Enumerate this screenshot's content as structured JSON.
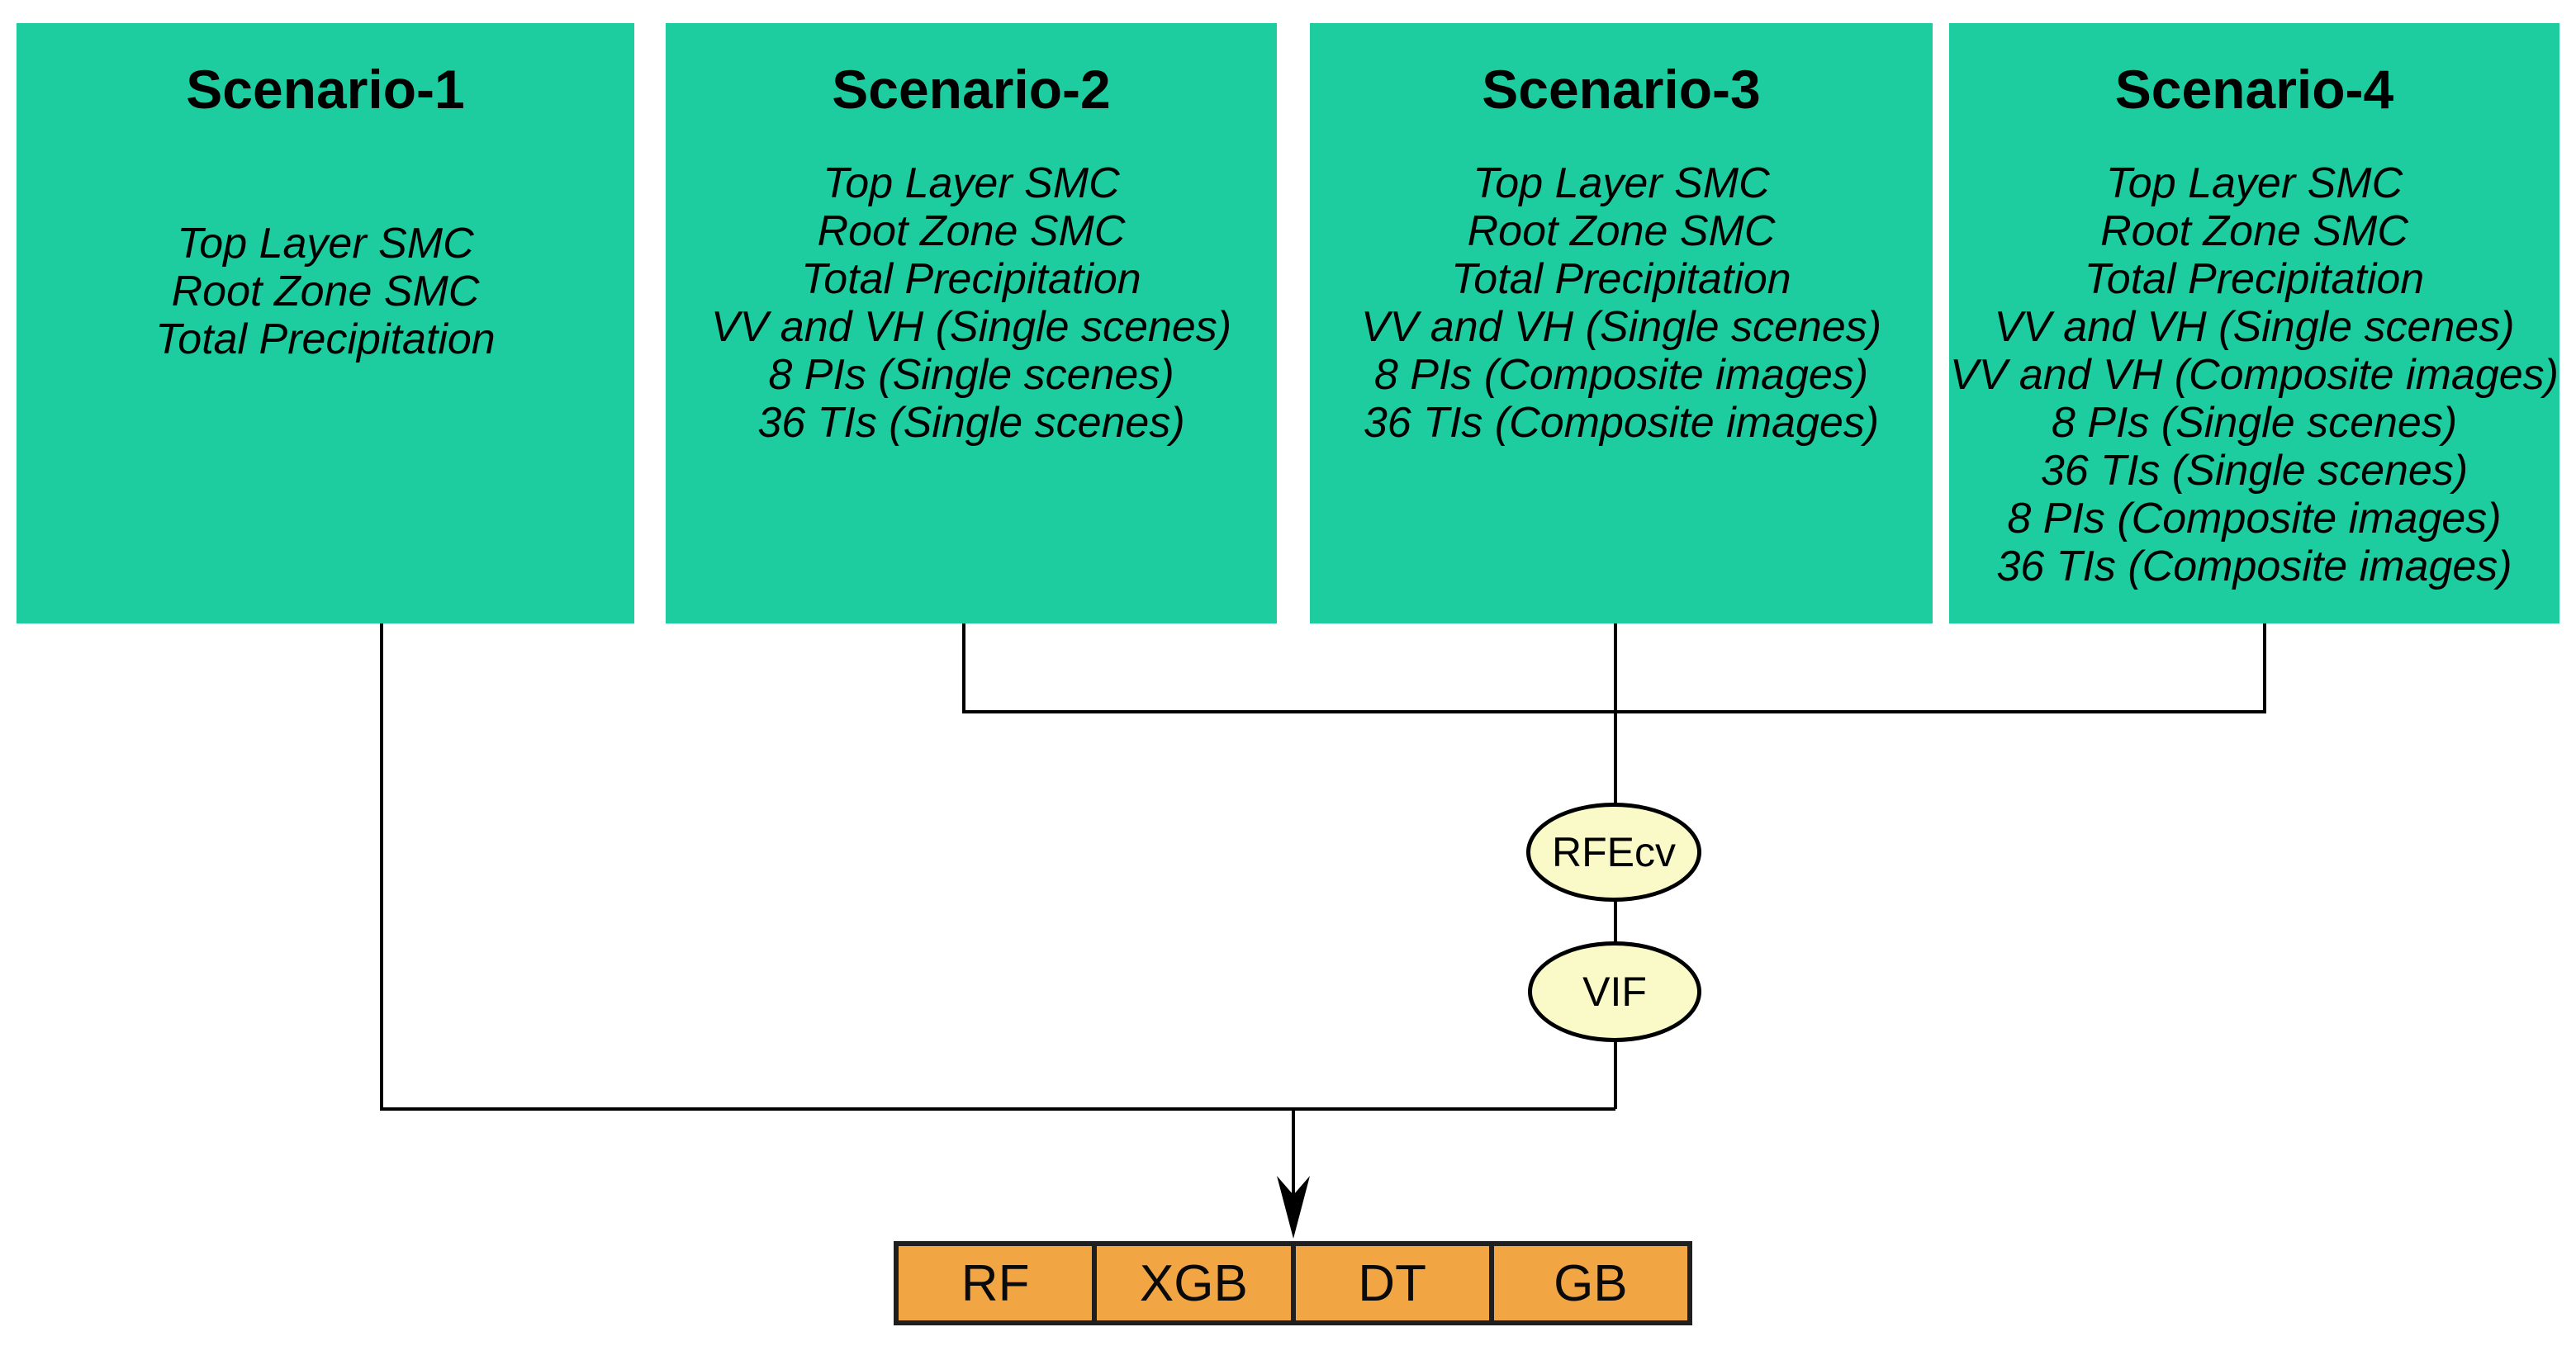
{
  "diagram": {
    "scenarios": [
      {
        "title": "Scenario-1",
        "features": [
          "Top Layer SMC",
          "Root Zone SMC",
          "Total Precipitation"
        ]
      },
      {
        "title": "Scenario-2",
        "features": [
          "Top Layer SMC",
          "Root Zone SMC",
          "Total Precipitation",
          "VV and VH (Single scenes)",
          "8 PIs (Single scenes)",
          "36 TIs (Single scenes)"
        ]
      },
      {
        "title": "Scenario-3",
        "features": [
          "Top Layer SMC",
          "Root Zone SMC",
          "Total Precipitation",
          "VV and VH (Single scenes)",
          "8 PIs (Composite images)",
          "36 TIs (Composite images)"
        ]
      },
      {
        "title": "Scenario-4",
        "features": [
          "Top Layer SMC",
          "Root Zone SMC",
          "Total Precipitation",
          "VV and VH (Single scenes)",
          "VV and VH (Composite images)",
          "8 PIs (Single scenes)",
          "36 TIs (Single scenes)",
          "8 PIs (Composite images)",
          "36 TIs (Composite images)"
        ]
      }
    ],
    "feature_selection_steps": [
      {
        "label": "RFEcv"
      },
      {
        "label": "VIF"
      }
    ],
    "models": [
      {
        "label": "RF"
      },
      {
        "label": "XGB"
      },
      {
        "label": "DT"
      },
      {
        "label": "GB"
      }
    ],
    "colors": {
      "scenario_fill": "#1ECD9F",
      "ellipse_fill": "#FAFAC8",
      "model_fill": "#F2A543",
      "line": "#000000"
    }
  }
}
